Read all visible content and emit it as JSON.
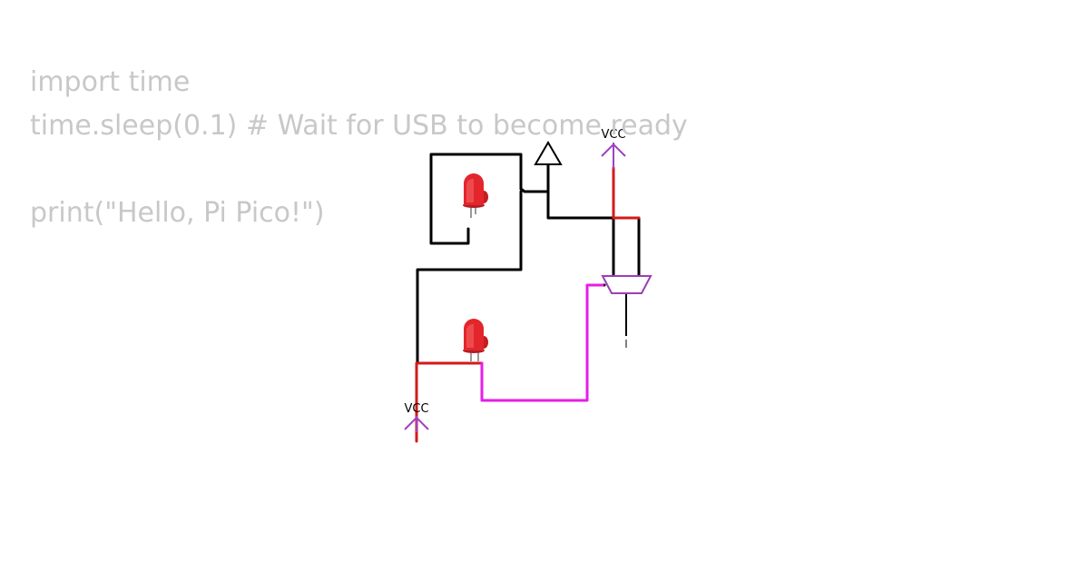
{
  "code": {
    "lines": [
      "import time",
      "time.sleep(0.1) # Wait for USB to become ready",
      "",
      "print(\"Hello, Pi Pico!\")"
    ]
  },
  "circuit": {
    "vcc_top": "VCC",
    "vcc_bottom": "VCC",
    "components": [
      "led-1",
      "led-2",
      "ground-triangle",
      "mux",
      "vcc-top",
      "vcc-bottom"
    ],
    "colors": {
      "wire_black": "#000000",
      "wire_red": "#d41a1a",
      "wire_magenta": "#e61ee6",
      "vcc_purple": "#a040c0",
      "mux_purple": "#9b3fb5",
      "led_red": "#e3262c"
    }
  }
}
